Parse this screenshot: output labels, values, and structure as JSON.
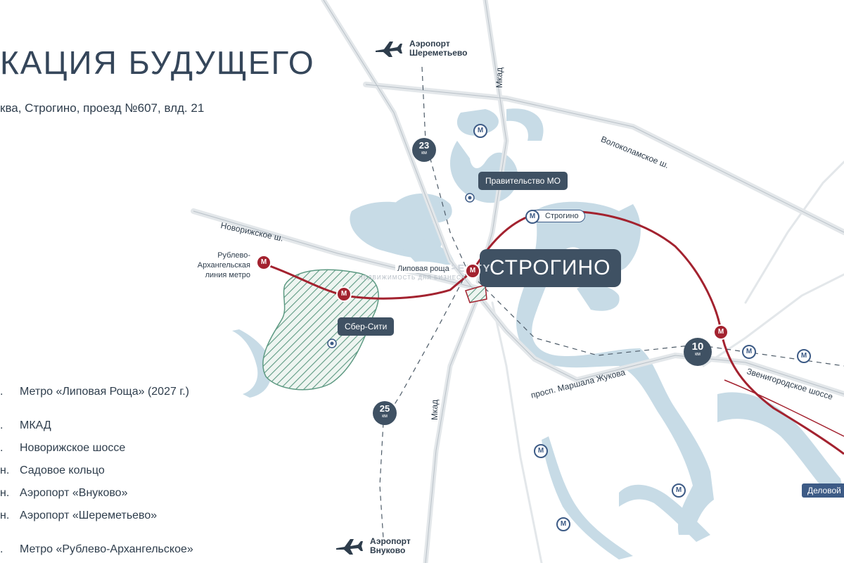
{
  "title": "КАЦИЯ БУДУЩЕГО",
  "address": "ква, Строгино, проезд №607, влд. 21",
  "legend": [
    {
      "prefix": ".",
      "text": "Метро «Липовая Роща» (2027 г.)"
    },
    {
      "prefix": ".",
      "text": "МКАД"
    },
    {
      "prefix": ".",
      "text": "Новорижское шоссе"
    },
    {
      "prefix": "н.",
      "text": "Садовое кольцо"
    },
    {
      "prefix": "н.",
      "text": "Аэропорт «Внуково»"
    },
    {
      "prefix": "н.",
      "text": "Аэропорт «Шереметьево»"
    },
    {
      "prefix": ".",
      "text": "Метро «Рублево-Архангельское»"
    }
  ],
  "main_label": "СТРОГИНО",
  "places": {
    "government": "Правительство МО",
    "sber_city": "Сбер-Сити"
  },
  "stations": {
    "strogino": "Строгино",
    "lipovaya": "Липовая роща",
    "delovoy": "Деловой",
    "metro_letter": "М"
  },
  "rublevo_line_label": "Рублево-\nАрхангельская\nлиния метро",
  "roads": {
    "mkad_top": "Мкад",
    "mkad_bottom": "Мкад",
    "novorizhskoe": "Новорижское ш.",
    "volokolamskoe": "Волоколамское ш.",
    "zhukova": "просп. Маршала Жукова",
    "zvenigorodskoe": "Звенигородское шоссе"
  },
  "distances": [
    {
      "value": "23",
      "unit": "км"
    },
    {
      "value": "25",
      "unit": "км"
    },
    {
      "value": "10",
      "unit": "км"
    }
  ],
  "airports": {
    "sheremetyevo": "Аэропорт\nШереметьево",
    "vnukovo": "Аэропорт\nВнуково"
  },
  "watermark": {
    "line1": "PROPERTY",
    "line2": "НЕДВИЖИМОСТЬ ДЛЯ БИЗНЕСА"
  },
  "colors": {
    "water": "#c7dbe6",
    "metro_line": "#a3222f",
    "callout": "#3f5163",
    "metro_blue": "#3d5b86",
    "hatch": "#5e9a83"
  },
  "icons": [
    "airplane-icon",
    "metro-icon",
    "location-pin-icon"
  ]
}
